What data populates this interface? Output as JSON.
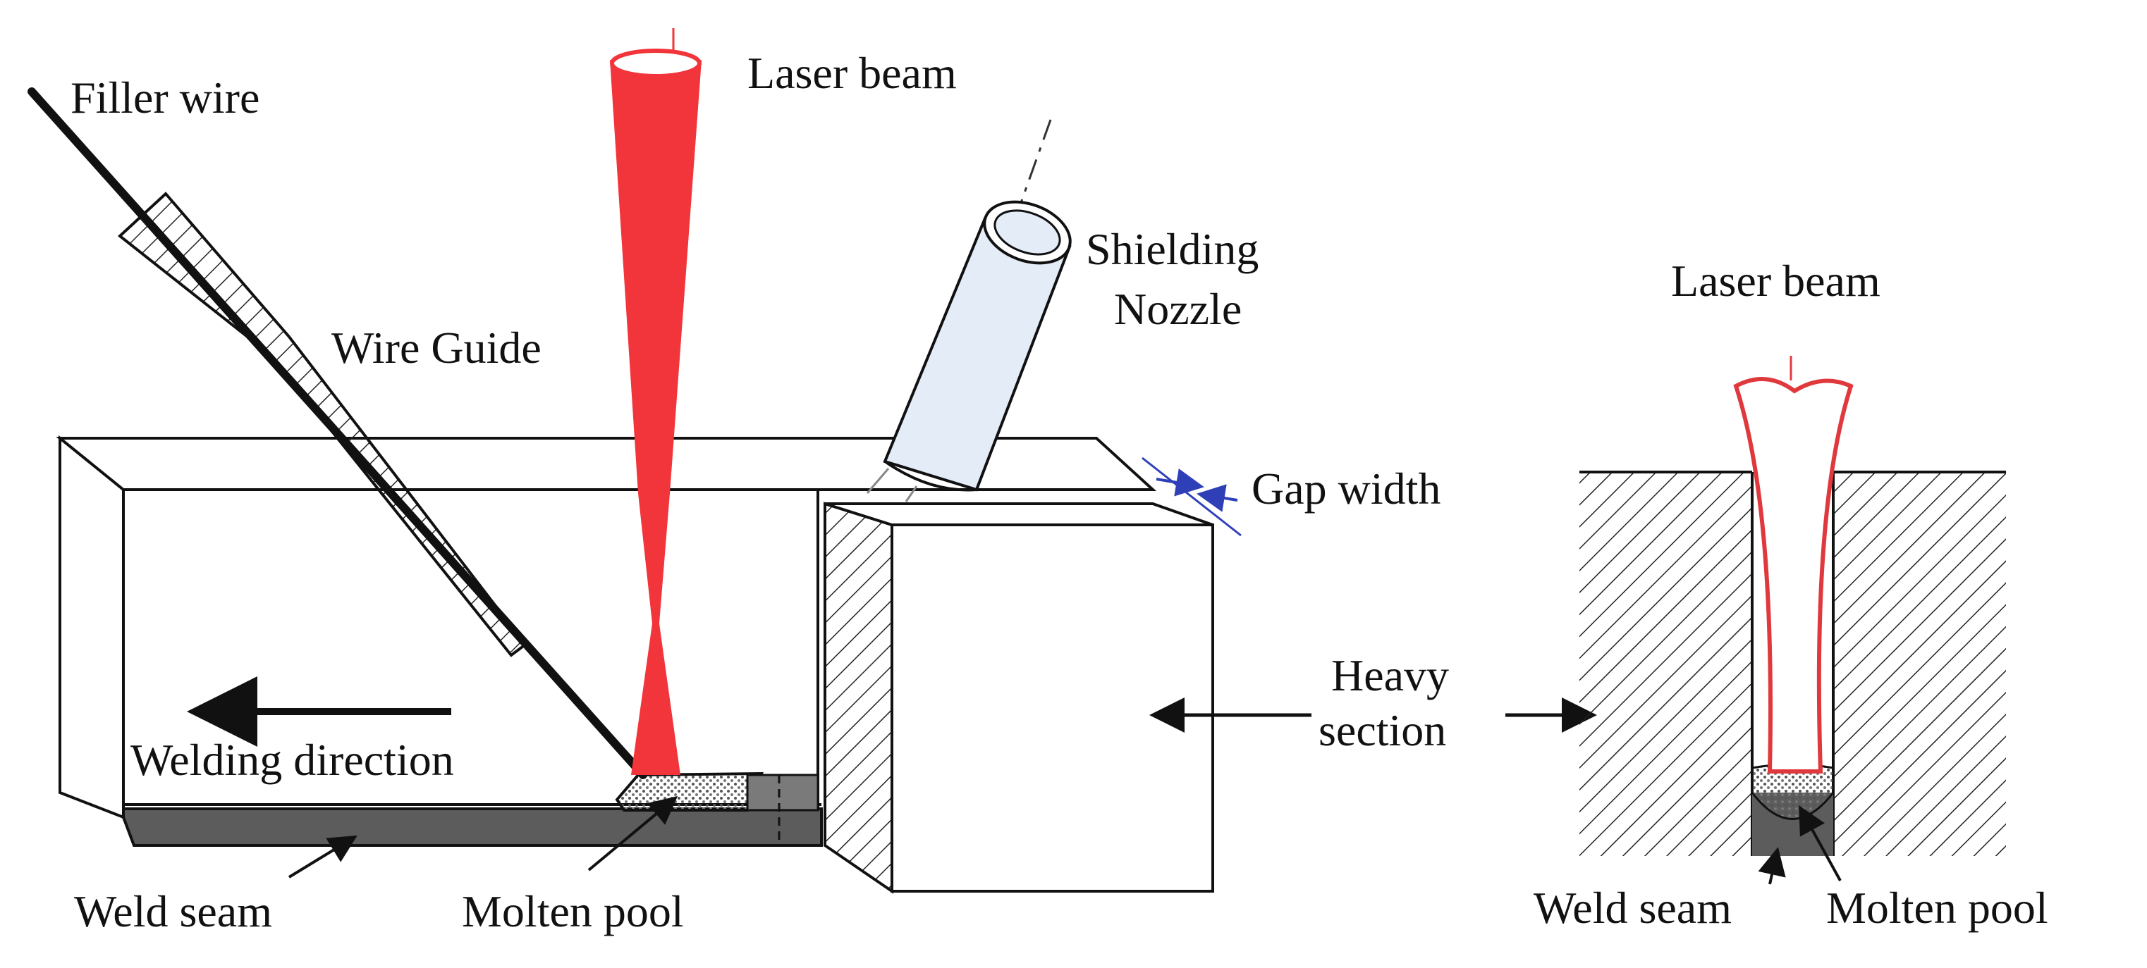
{
  "labels": {
    "filler_wire": "Filler wire",
    "laser_beam_main": "Laser beam",
    "shielding": "Shielding",
    "nozzle": "Nozzle",
    "wire_guide": "Wire Guide",
    "gap_width": "Gap width",
    "heavy": "Heavy",
    "section": "section",
    "welding_direction": "Welding direction",
    "weld_seam_main": "Weld seam",
    "molten_pool_main": "Molten pool",
    "laser_beam_detail": "Laser beam",
    "weld_seam_detail": "Weld seam",
    "molten_pool_detail": "Molten pool"
  },
  "colors": {
    "laser": "#f2353a",
    "nozzle_fill": "#e3ecf7",
    "seam": "#5c5c5c",
    "gap_arrow": "#2f3fb8",
    "line": "#111111"
  }
}
